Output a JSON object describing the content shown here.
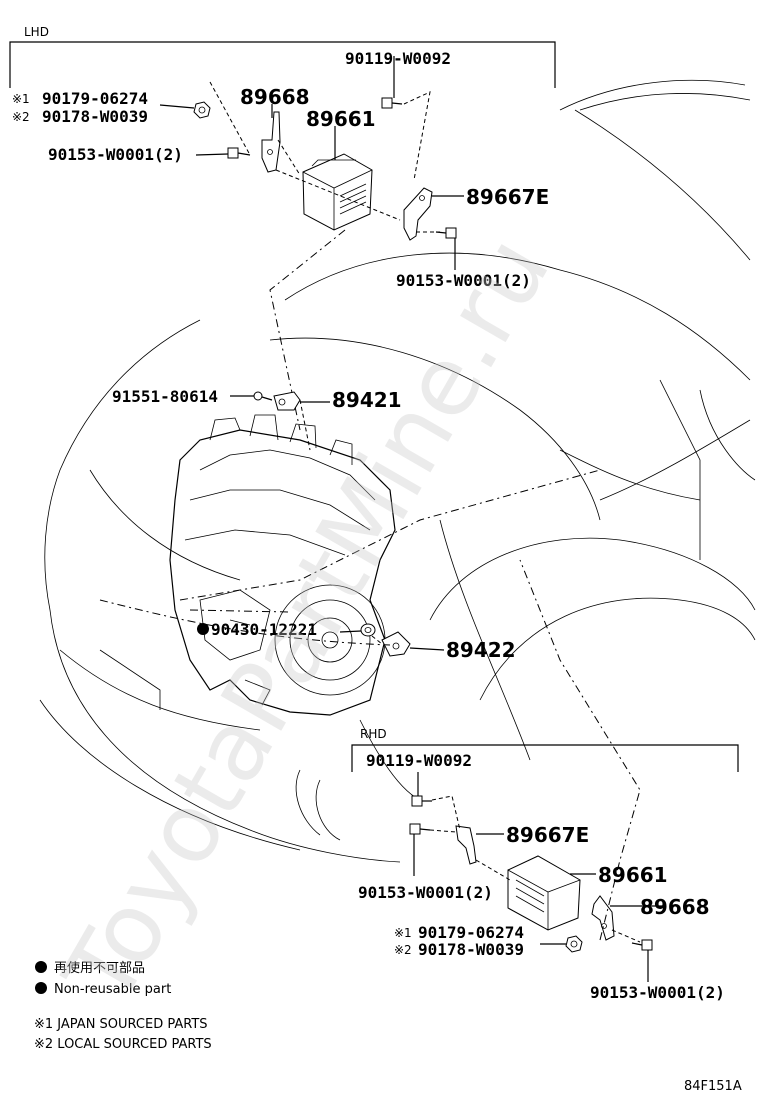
{
  "diagram_id": "84F151A",
  "watermark": "ToyotaPartMine.ru",
  "lhd": {
    "title": "LHD",
    "bolt_top": "90119-W0092",
    "nut_j_mark": "※1",
    "nut_j": "90179-06274",
    "nut_l_mark": "※2",
    "nut_l": "90178-W0039",
    "bracket": "89668",
    "ecu": "89661",
    "bolt_left": "90153-W0001(2)",
    "bracket_e": "89667E",
    "bolt_right": "90153-W0001(2)"
  },
  "engine": {
    "screw": "91551-80614",
    "sensor_top": "89421",
    "gasket": "90430-12221",
    "sensor_bottom": "89422"
  },
  "rhd": {
    "title": "RHD",
    "bolt_top": "90119-W0092",
    "bracket_e": "89667E",
    "bolt_left": "90153-W0001(2)",
    "ecu": "89661",
    "bracket": "89668",
    "nut_j_mark": "※1",
    "nut_j": "90179-06274",
    "nut_l_mark": "※2",
    "nut_l": "90178-W0039",
    "bolt_bottom": "90153-W0001(2)"
  },
  "legend": {
    "jp": "再使用不可部品",
    "en": "Non-reusable part",
    "note1": "※1 JAPAN SOURCED PARTS",
    "note2": "※2 LOCAL SOURCED PARTS"
  }
}
